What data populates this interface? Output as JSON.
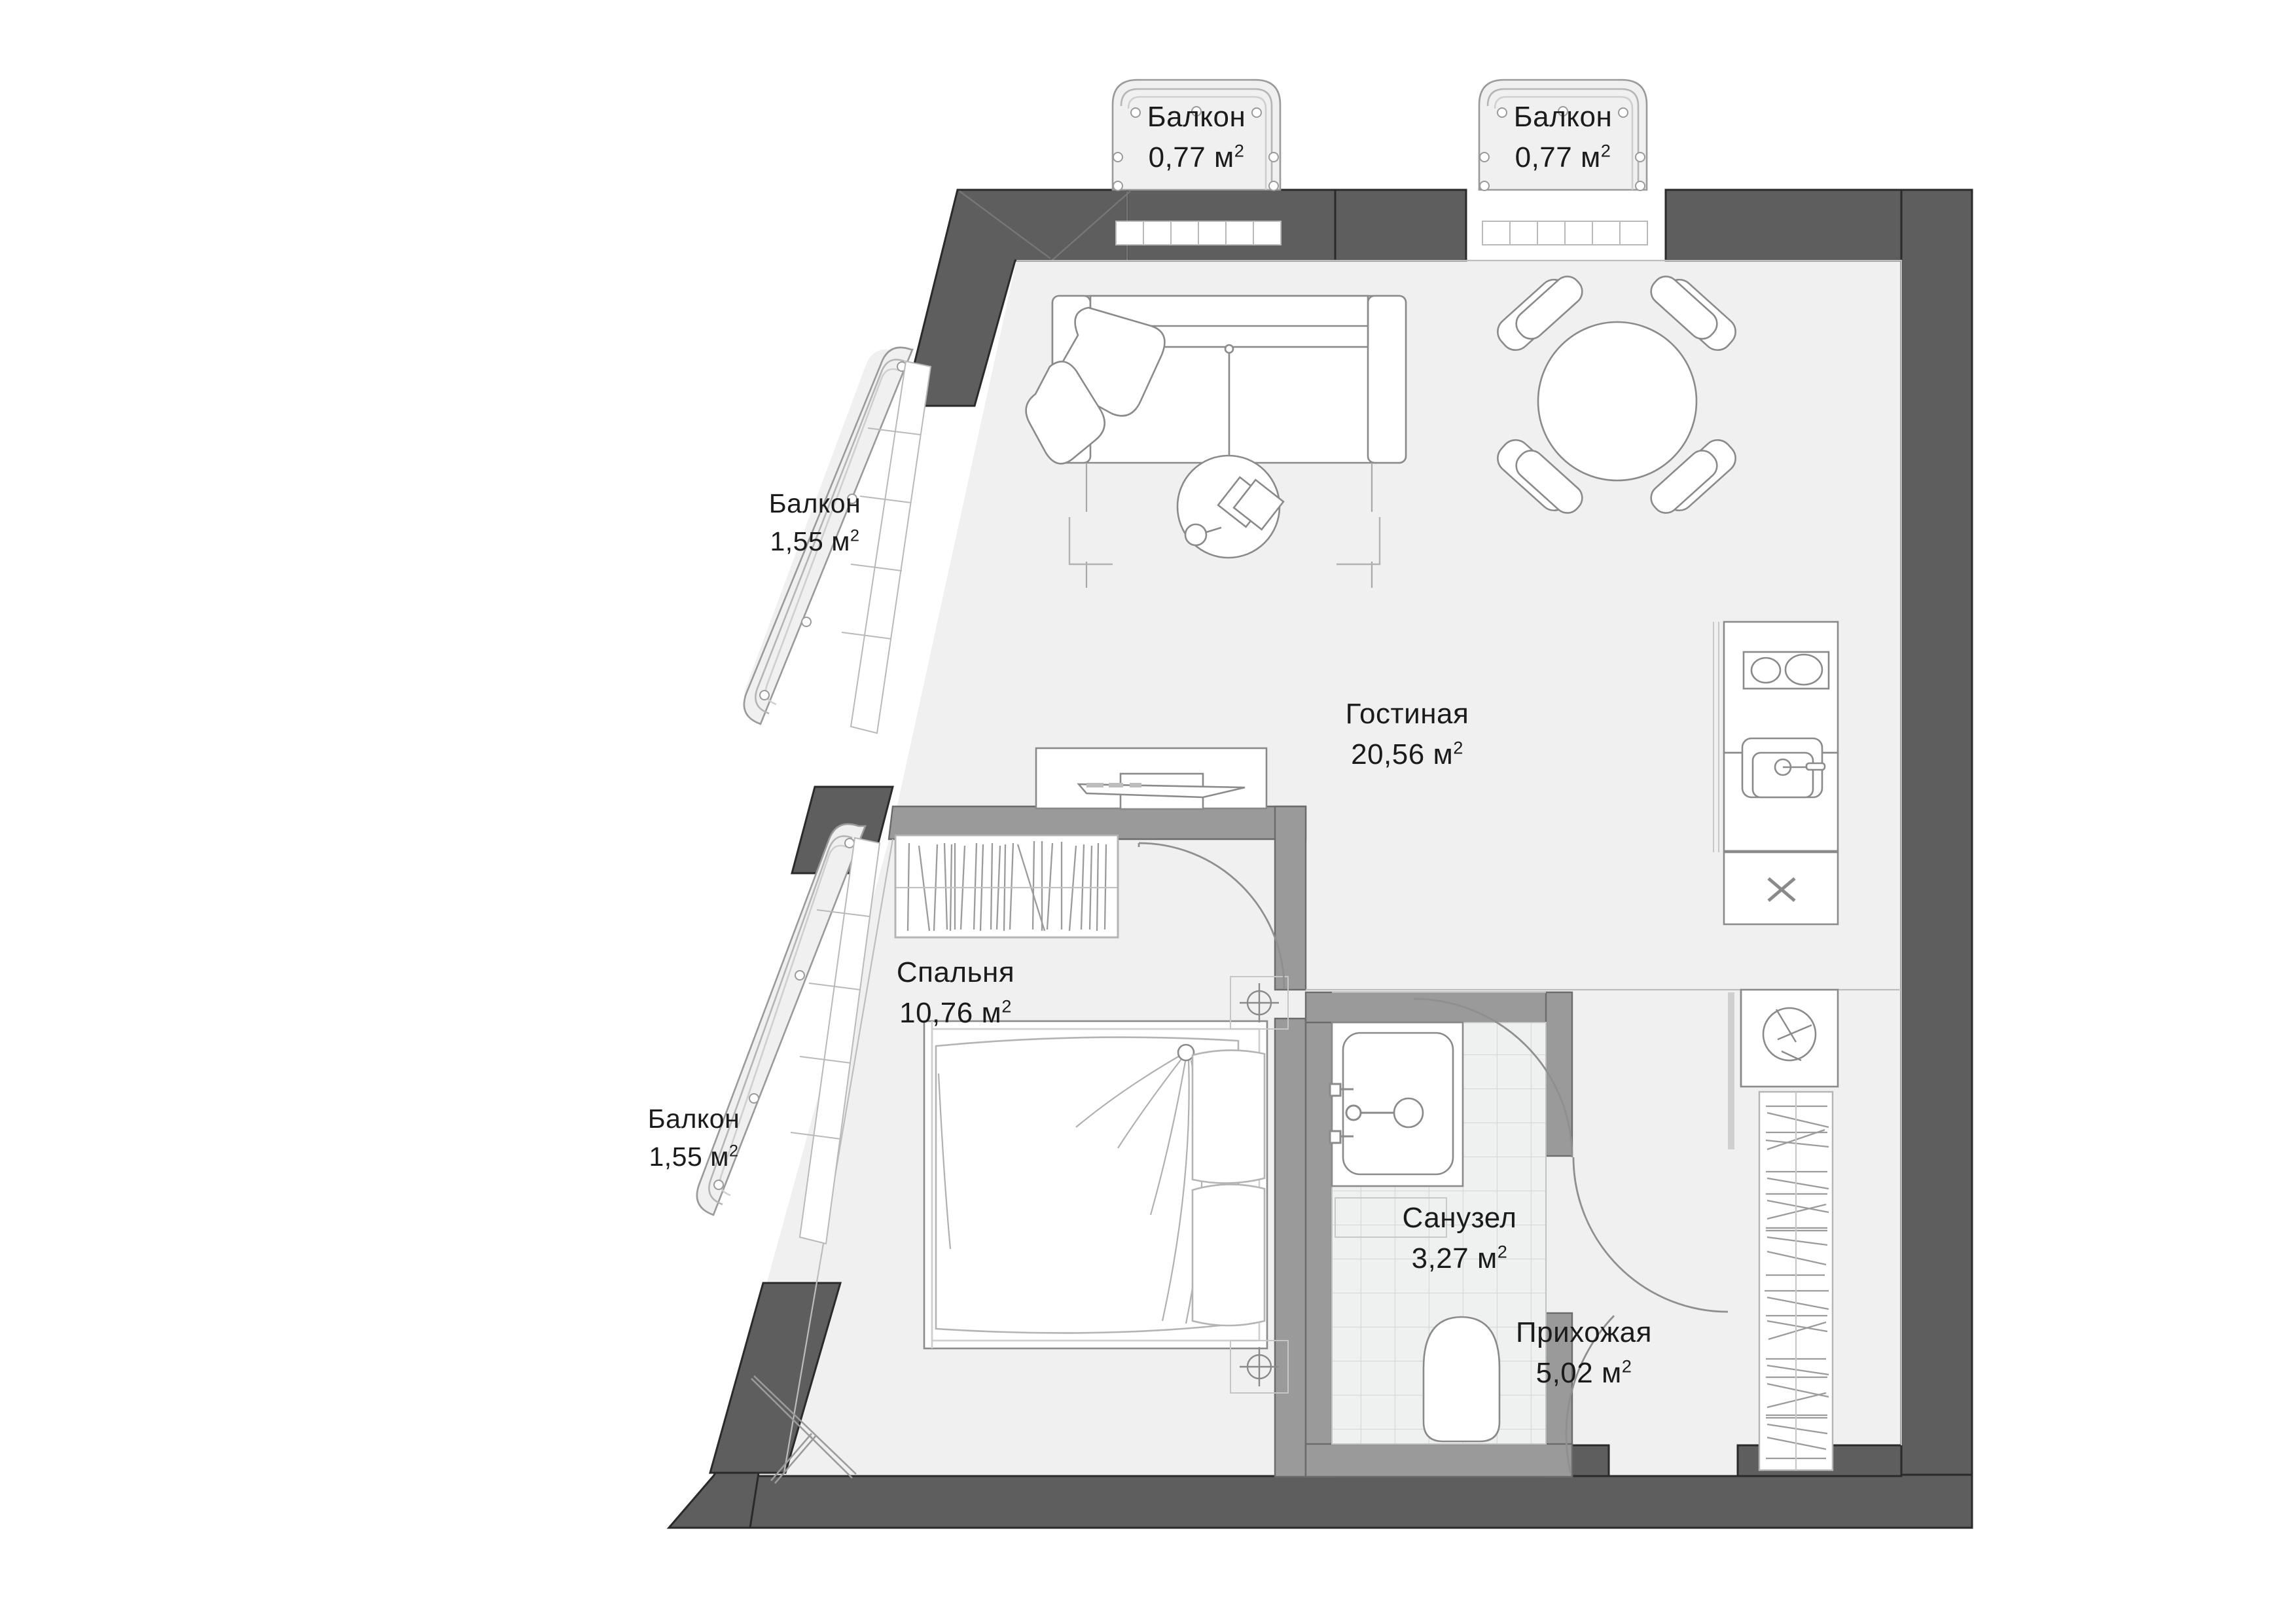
{
  "plan": {
    "type": "apartment-floor-plan",
    "units": "м²",
    "decimal_separator": ",",
    "total_rooms": 7,
    "colors": {
      "structural_wall": "#5e5e5e",
      "partition_wall": "#9a9a9a",
      "room_fill": "#f0f0f0",
      "balcony_fill": "#f0f0f0",
      "furniture_stroke": "#8a8a8a",
      "bathroom_tile": "#dcdcdc",
      "text": "#1b1b1b",
      "background": "#ffffff"
    }
  },
  "rooms": [
    {
      "id": "balcony-top-left",
      "name": "Балкон",
      "area": "0,77",
      "unit": "м",
      "sup": "2"
    },
    {
      "id": "balcony-top-right",
      "name": "Балкон",
      "area": "0,77",
      "unit": "м",
      "sup": "2"
    },
    {
      "id": "balcony-mid-left",
      "name": "Балкон",
      "area": "1,55",
      "unit": "м",
      "sup": "2"
    },
    {
      "id": "balcony-low-left",
      "name": "Балкон",
      "area": "1,55",
      "unit": "м",
      "sup": "2"
    },
    {
      "id": "living-room",
      "name": "Гостиная",
      "area": "20,56",
      "unit": "м",
      "sup": "2"
    },
    {
      "id": "bedroom",
      "name": "Спальня",
      "area": "10,76",
      "unit": "м",
      "sup": "2"
    },
    {
      "id": "bathroom",
      "name": "Санузел",
      "area": "3,27",
      "unit": "м",
      "sup": "2"
    },
    {
      "id": "hallway",
      "name": "Прихожая",
      "area": "5,02",
      "unit": "м",
      "sup": "2"
    }
  ],
  "furniture": [
    {
      "id": "sofa",
      "icon": "sofa-icon",
      "room": "living-room"
    },
    {
      "id": "sofa-cushion",
      "icon": "cushion-icon",
      "room": "living-room"
    },
    {
      "id": "coffee-table",
      "icon": "round-table-icon",
      "room": "living-room"
    },
    {
      "id": "dining-table",
      "icon": "round-table-icon",
      "room": "living-room"
    },
    {
      "id": "dining-chair-1",
      "icon": "chair-icon",
      "room": "living-room"
    },
    {
      "id": "dining-chair-2",
      "icon": "chair-icon",
      "room": "living-room"
    },
    {
      "id": "dining-chair-3",
      "icon": "chair-icon",
      "room": "living-room"
    },
    {
      "id": "dining-chair-4",
      "icon": "chair-icon",
      "room": "living-room"
    },
    {
      "id": "tv-console",
      "icon": "tv-console-icon",
      "room": "living-room"
    },
    {
      "id": "kitchen-cooktop",
      "icon": "cooktop-icon",
      "room": "living-room"
    },
    {
      "id": "kitchen-sink",
      "icon": "sink-icon",
      "room": "living-room"
    },
    {
      "id": "dishwasher",
      "icon": "dishwasher-x-icon",
      "room": "living-room"
    },
    {
      "id": "washing-machine",
      "icon": "washing-machine-icon",
      "room": "hallway"
    },
    {
      "id": "bed-double",
      "icon": "bed-icon",
      "room": "bedroom"
    },
    {
      "id": "pillow-left",
      "icon": "pillow-icon",
      "room": "bedroom"
    },
    {
      "id": "pillow-right",
      "icon": "pillow-icon",
      "room": "bedroom"
    },
    {
      "id": "wardrobe-bedroom",
      "icon": "wardrobe-icon",
      "room": "bedroom"
    },
    {
      "id": "drying-rack",
      "icon": "drying-rack-icon",
      "room": "bedroom"
    },
    {
      "id": "wardrobe-hallway",
      "icon": "wardrobe-icon",
      "room": "hallway"
    },
    {
      "id": "washbasin",
      "icon": "washbasin-icon",
      "room": "bathroom"
    },
    {
      "id": "toilet",
      "icon": "toilet-icon",
      "room": "bathroom"
    },
    {
      "id": "shower-tray",
      "icon": "shower-icon",
      "room": "bathroom"
    }
  ],
  "openings": [
    {
      "id": "door-bedroom",
      "type": "swing-door",
      "icon": "door-swing-icon"
    },
    {
      "id": "door-bathroom",
      "type": "swing-door",
      "icon": "door-swing-icon"
    },
    {
      "id": "door-entrance",
      "type": "swing-door",
      "icon": "door-swing-icon"
    },
    {
      "id": "window-balcony-top-left",
      "type": "window",
      "icon": "window-icon"
    },
    {
      "id": "window-balcony-top-right",
      "type": "window",
      "icon": "window-icon"
    },
    {
      "id": "window-balcony-mid-left",
      "type": "window",
      "icon": "window-icon"
    },
    {
      "id": "window-balcony-low-left",
      "type": "window",
      "icon": "window-icon"
    }
  ]
}
